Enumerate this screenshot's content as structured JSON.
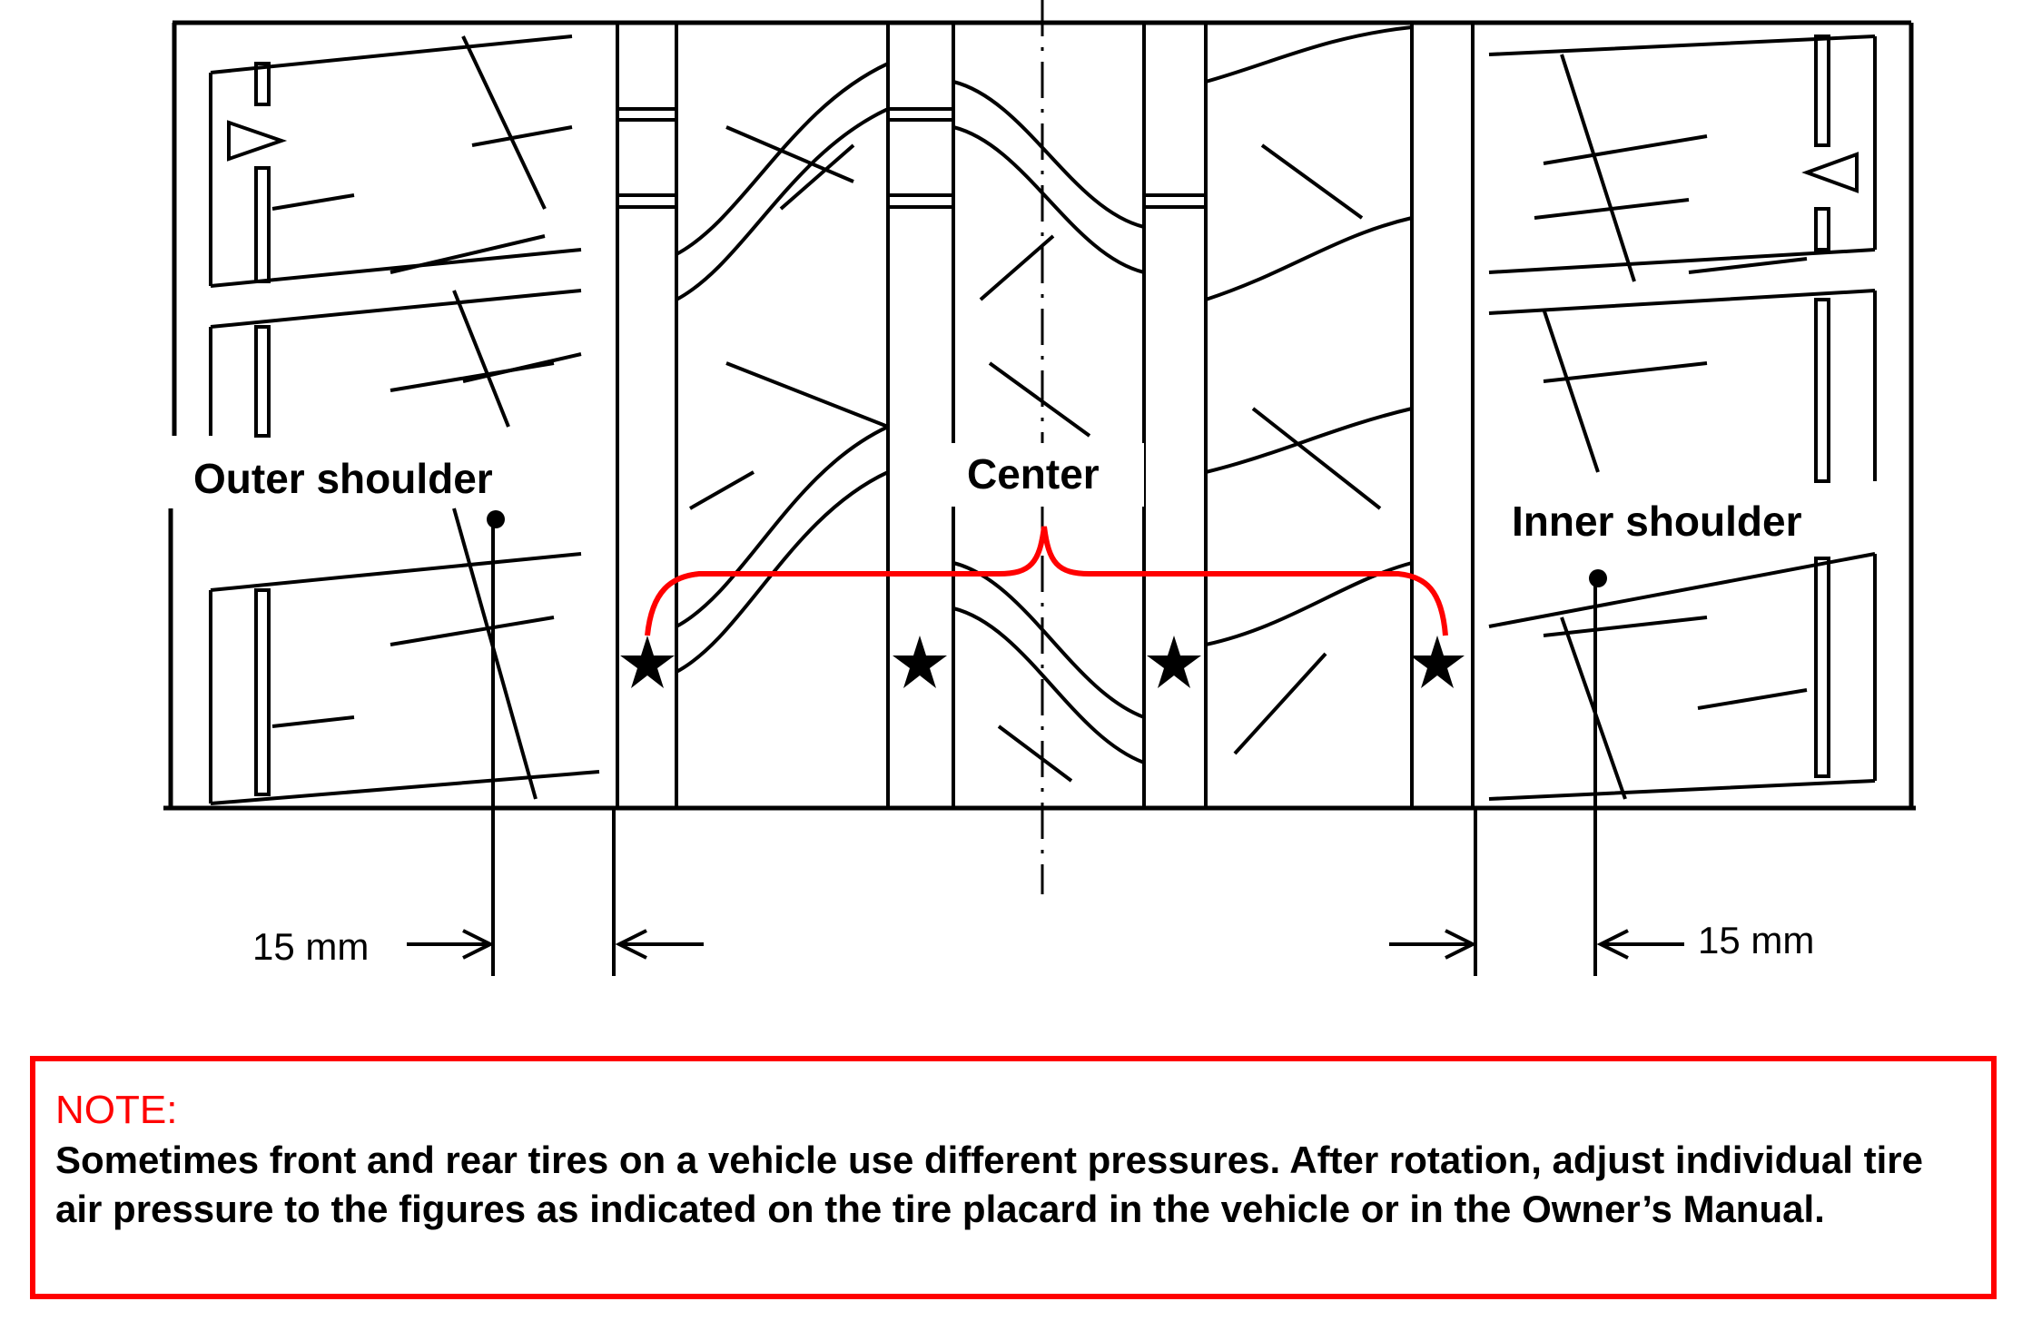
{
  "labels": {
    "outer_shoulder": "Outer shoulder",
    "center": "Center",
    "inner_shoulder": "Inner shoulder",
    "dim_left": "15 mm",
    "dim_right": "15 mm"
  },
  "note": {
    "title": "NOTE",
    "title_suffix": ":",
    "text": "Sometimes front and rear tires on a vehicle use different pressures. After rotation, adjust individual tire air pressure to the figures as indicated on the tire placard in the vehicle or in the Owner’s Manual."
  },
  "colors": {
    "accent": "#ff0000",
    "ink": "#000000"
  },
  "icons": [
    "star-marker-icon",
    "dot-marker-icon",
    "arrow-icon"
  ]
}
